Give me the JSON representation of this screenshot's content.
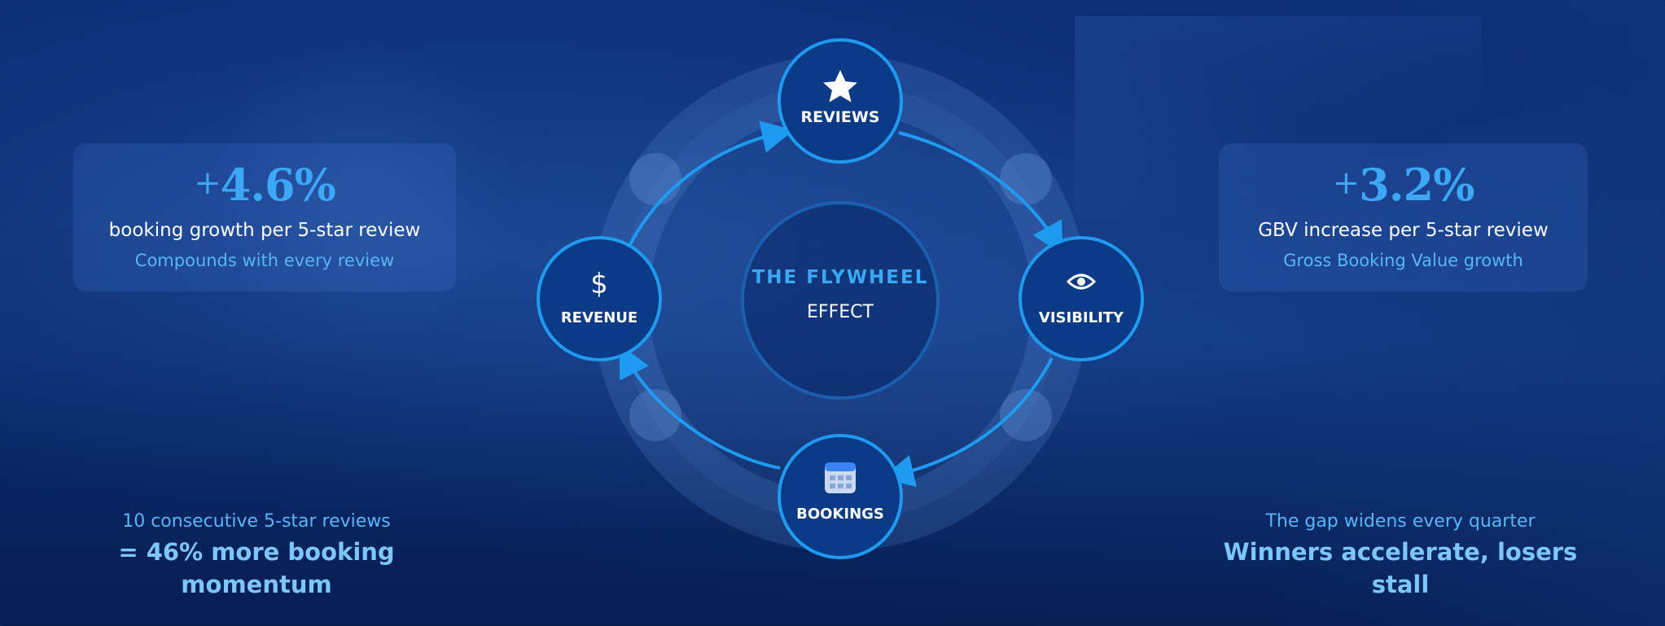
{
  "left_card": {
    "plus": "+",
    "value": "4.6%",
    "label": "booking growth per 5-star review",
    "sub": "Compounds with every review"
  },
  "right_card": {
    "plus": "+",
    "value": "3.2%",
    "label": "GBV increase per 5-star review",
    "sub": "Gross Booking Value growth"
  },
  "center": {
    "title": "THE FLYWHEEL",
    "subtitle": "EFFECT"
  },
  "nodes": {
    "reviews": {
      "label": "REVIEWS",
      "icon": "star-icon"
    },
    "visibility": {
      "label": "VISIBILITY",
      "icon": "eye-icon"
    },
    "bookings": {
      "label": "BOOKINGS",
      "icon": "calendar-icon"
    },
    "revenue": {
      "label": "REVENUE",
      "icon": "dollar-icon"
    }
  },
  "bottom_left": {
    "small": "10 consecutive 5-star reviews",
    "big": "= 46% more booking momentum"
  },
  "bottom_right": {
    "small": "The gap widens every quarter",
    "big": "Winners accelerate, losers stall"
  },
  "colors": {
    "accent": "#3ba7f5",
    "node_fill": "#0b3a86",
    "node_stroke": "#1e9bf0",
    "background": "#0a2a6e"
  }
}
